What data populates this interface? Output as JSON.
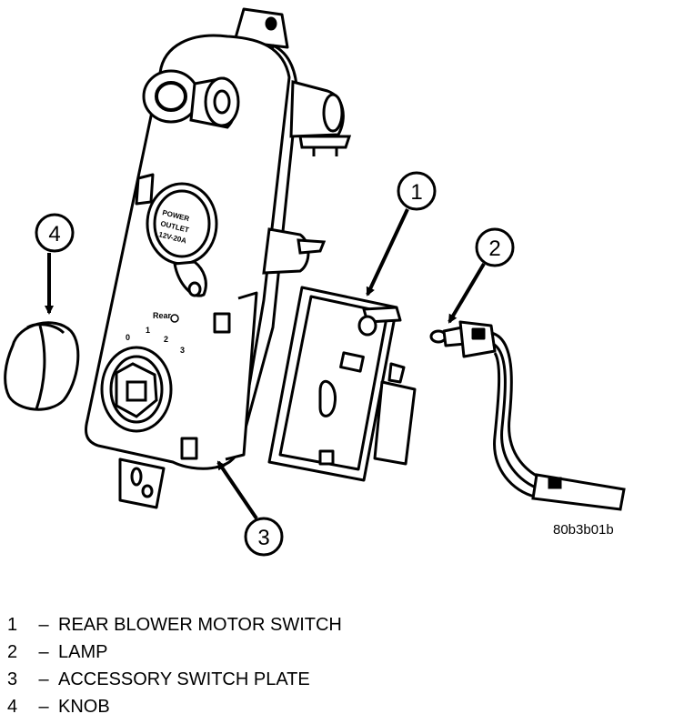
{
  "figure": {
    "reference_code": "80b3b01b",
    "outlet_label": [
      "POWER",
      "OUTLET",
      "12V-20A"
    ],
    "switch_plate_markings": {
      "title": "Rear",
      "positions": [
        "0",
        "1",
        "2",
        "3"
      ]
    },
    "callouts": [
      {
        "number": "1",
        "target": "rear-blower-motor-switch"
      },
      {
        "number": "2",
        "target": "lamp"
      },
      {
        "number": "3",
        "target": "accessory-switch-plate"
      },
      {
        "number": "4",
        "target": "knob"
      }
    ]
  },
  "legend": [
    {
      "number": "1",
      "dash": "–",
      "label": "REAR BLOWER MOTOR SWITCH"
    },
    {
      "number": "2",
      "dash": "–",
      "label": "LAMP"
    },
    {
      "number": "3",
      "dash": "–",
      "label": "ACCESSORY SWITCH PLATE"
    },
    {
      "number": "4",
      "dash": "–",
      "label": "KNOB"
    }
  ]
}
